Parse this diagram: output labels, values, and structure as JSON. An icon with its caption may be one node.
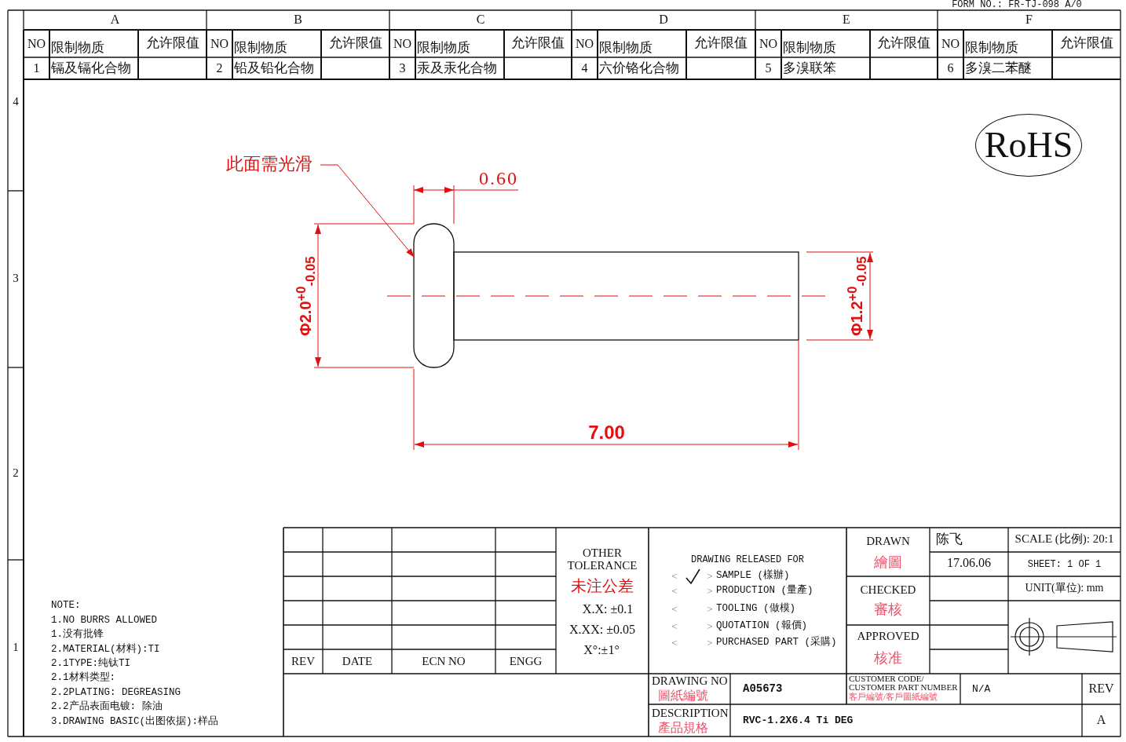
{
  "diagram": {
    "nodes": [
      {
        "text": [
          "RoHS"
        ]
      },
      {
        "text": [
          "此面需光滑"
        ]
      },
      {
        "text": [],
        "shape": "box"
      }
    ],
    "edges": [
      {
        "from": 1,
        "to": 2,
        "arrow": "to"
      }
    ],
    "labels": [
      "FORM NO.: FR-TJ-098 A/0",
      "A",
      "B",
      "C",
      "D",
      "E",
      "F",
      "NO",
      "限制物质",
      "允许限值",
      "NO",
      "限制物质",
      "允许限值",
      "NO",
      "限制物质",
      "允许限值",
      "NO",
      "限制物质",
      "允许限值",
      "NO",
      "限制物质",
      "允许限值",
      "NO",
      "限制物质",
      "允许限值",
      "1",
      "镉及镉化合物",
      "2",
      "铅及铅化合物",
      "3",
      "汞及汞化合物",
      "4",
      "六价铬化合物",
      "5",
      "多溴联笨",
      "6",
      "多溴二苯醚",
      "4",
      "3",
      "2",
      "1",
      "0.60",
      "Φ2.0$^{+0}$$_{-0.05}$",
      "Φ1.2$^{+0}$$_{-0.05}$",
      "7.00",
      "NOTE:",
      "1.NO BURRS ALLOWED",
      "1.没有批锋",
      "2.MATERIAL(材料):TI",
      "2.1TYPE:纯钛TI",
      "2.1材料类型:",
      "2.2PLATING: DEGREASING",
      "2.2产品表面电镀: 除油",
      "3.DRAWING BASIC(出图依据):样品",
      "REV",
      "DATE",
      "ECN NO",
      "ENGG",
      "OTHER TOLERANCE",
      "未注公差",
      "X.X: ±0.1",
      "X.XX: ±0.05",
      "X°:±1°",
      "DRAWING RELEASED FOR",
      "<",
      ">",
      "SAMPLE (樣辦)",
      "<",
      ">",
      "PRODUCTION (量產)",
      "<",
      ">",
      "TOOLING (做模)",
      "<",
      ">",
      "QUOTATION (報價)",
      "<",
      ">",
      "PURCHASED PART (采購)",
      "DRAWN",
      "繪圖",
      "陈飞",
      "SCALE (比例): 20:1",
      "17.06.06",
      "SHEET: 1 OF 1",
      "CHECKED",
      "審核",
      "UNIT(單位): mm",
      "APPROVED",
      "核准",
      "DRAWING NO",
      "圖紙編號",
      "A05673",
      "CUSTOMER CODE/ CUSTOMER PART NUMBER",
      "客戶編號/客戶圖紙編號",
      "N/A",
      "REV",
      "DESCRIPTION",
      "產品規格",
      "RVC-1.2X6.4 Ti DEG",
      "A"
    ]
  }
}
